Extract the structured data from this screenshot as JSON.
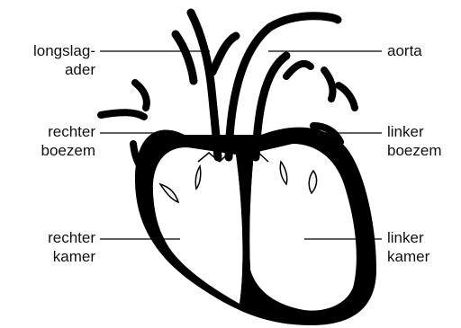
{
  "colors": {
    "ink": "#000000",
    "paper": "#ffffff",
    "valve": "#f4f4f4"
  },
  "labels": {
    "longslagader": {
      "line1": "longslag-",
      "line2": "ader"
    },
    "aorta": {
      "line1": "aorta"
    },
    "rechter_boezem": {
      "line1": "rechter",
      "line2": "boezem"
    },
    "linker_boezem": {
      "line1": "linker",
      "line2": "boezem"
    },
    "rechter_kamer": {
      "line1": "rechter",
      "line2": "kamer"
    },
    "linker_kamer": {
      "line1": "linker",
      "line2": "kamer"
    }
  }
}
